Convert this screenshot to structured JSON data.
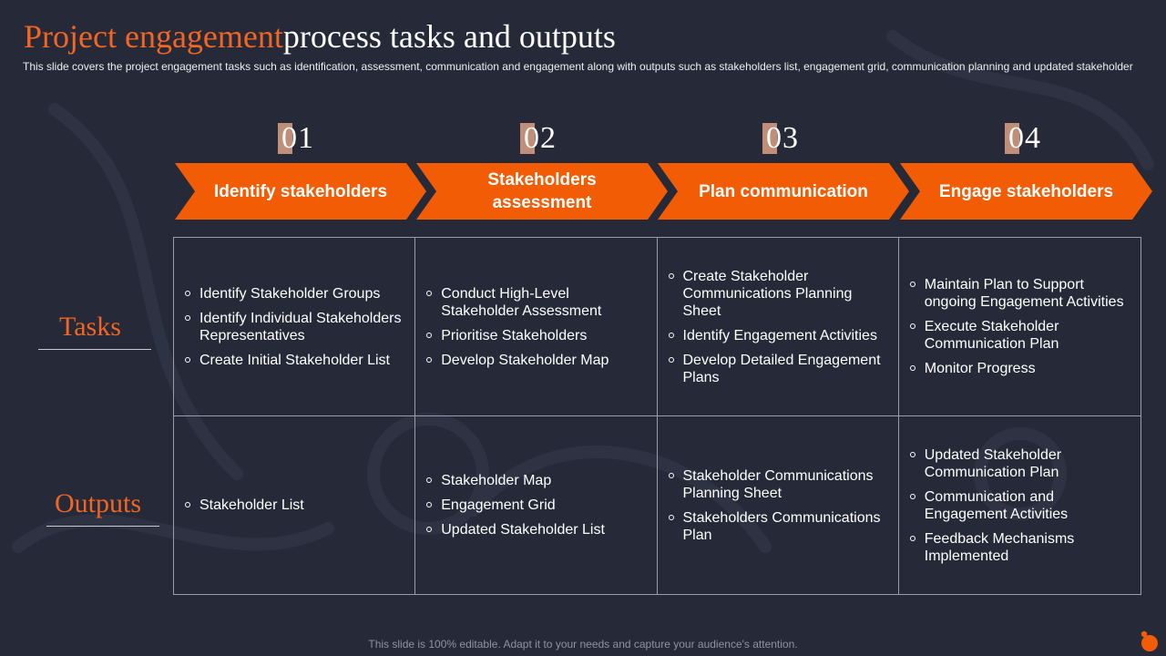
{
  "title": {
    "accent": "Project engagement",
    "rest": "process tasks and outputs"
  },
  "subtitle": "This slide covers the project engagement tasks such as identification, assessment, communication and engagement along with outputs such as stakeholders list, engagement grid, communication planning and updated stakeholder",
  "steps": [
    {
      "number": "01",
      "label": "Identify stakeholders"
    },
    {
      "number": "02",
      "label": "Stakeholders assessment"
    },
    {
      "number": "03",
      "label": "Plan communication"
    },
    {
      "number": "04",
      "label": "Engage stakeholders"
    }
  ],
  "rows": {
    "tasks_label": "Tasks",
    "outputs_label": "Outputs"
  },
  "tasks": [
    [
      "Identify Stakeholder Groups",
      "Identify Individual Stakeholders Representatives",
      "Create Initial Stakeholder List"
    ],
    [
      "Conduct High-Level Stakeholder Assessment",
      "Prioritise Stakeholders",
      "Develop Stakeholder Map"
    ],
    [
      "Create Stakeholder Communications Planning Sheet",
      "Identify Engagement Activities",
      "Develop Detailed Engagement Plans"
    ],
    [
      "Maintain Plan to Support ongoing Engagement Activities",
      "Execute Stakeholder Communication Plan",
      "Monitor Progress"
    ]
  ],
  "outputs": [
    [
      "Stakeholder List"
    ],
    [
      "Stakeholder Map",
      "Engagement Grid",
      "Updated Stakeholder List"
    ],
    [
      "Stakeholder Communications Planning Sheet",
      "Stakeholders Communications Plan"
    ],
    [
      "Updated Stakeholder Communication Plan",
      "Communication and Engagement Activities",
      "Feedback Mechanisms Implemented"
    ]
  ],
  "footer": "This slide is 100% editable. Adapt it to your needs and capture your audience's attention.",
  "colors": {
    "accent": "#f25c05",
    "background": "#262a38",
    "tab": "#d39a80"
  },
  "icons": {
    "logo": "orange-logo-icon"
  }
}
